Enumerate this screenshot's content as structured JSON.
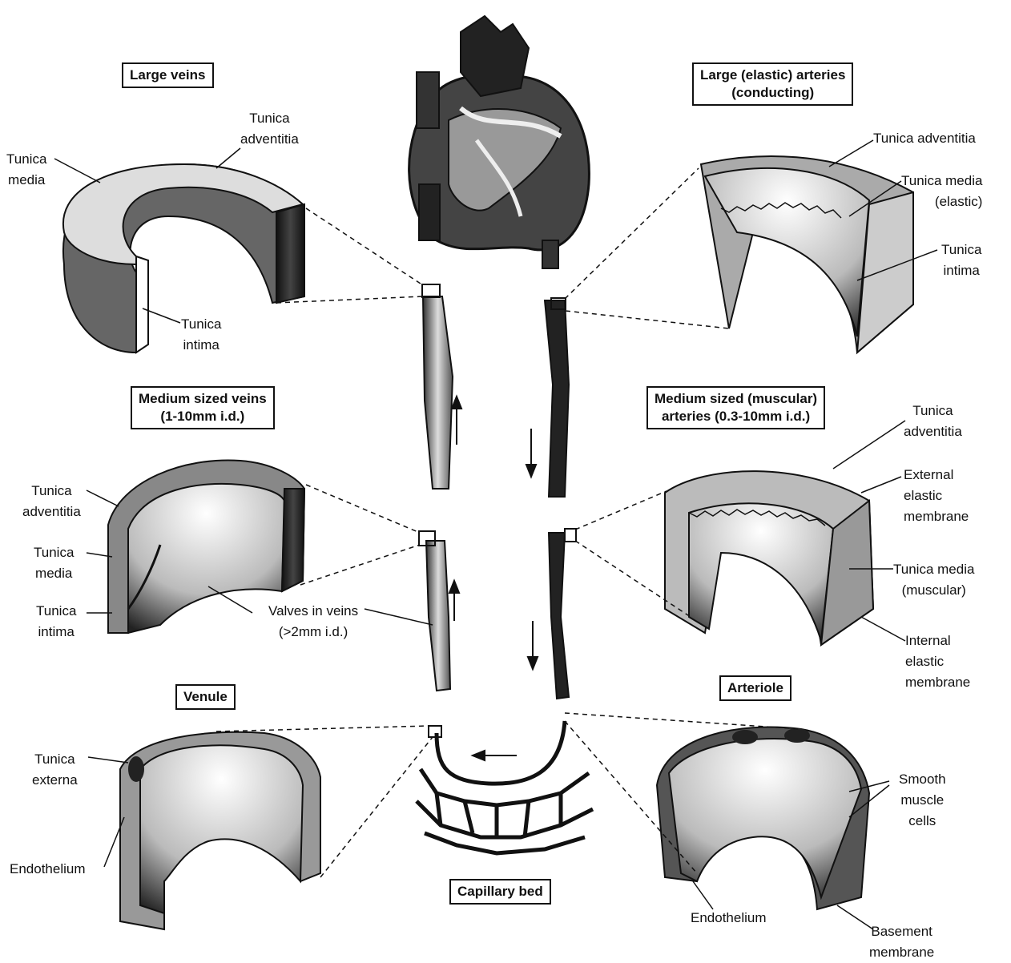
{
  "sections": {
    "large_veins": "Large veins",
    "large_arteries_l1": "Large (elastic) arteries",
    "large_arteries_l2": "(conducting)",
    "medium_veins_l1": "Medium sized veins",
    "medium_veins_l2": "(1-10mm i.d.)",
    "medium_arteries_l1": "Medium sized (muscular)",
    "medium_arteries_l2": "arteries (0.3-10mm i.d.)",
    "venule": "Venule",
    "arteriole": "Arteriole",
    "capillary_bed": "Capillary bed"
  },
  "labels": {
    "lv_media_1": "Tunica",
    "lv_media_2": "media",
    "lv_adventitia_1": "Tunica",
    "lv_adventitia_2": "adventitia",
    "lv_intima_1": "Tunica",
    "lv_intima_2": "intima",
    "la_adventitia": "Tunica adventitia",
    "la_media_1": "Tunica media",
    "la_media_2": "(elastic)",
    "la_intima_1": "Tunica",
    "la_intima_2": "intima",
    "mv_adventitia_1": "Tunica",
    "mv_adventitia_2": "adventitia",
    "mv_media_1": "Tunica",
    "mv_media_2": "media",
    "mv_intima_1": "Tunica",
    "mv_intima_2": "intima",
    "valves_1": "Valves in veins",
    "valves_2": "(>2mm i.d.)",
    "ma_adventitia_1": "Tunica",
    "ma_adventitia_2": "adventitia",
    "ma_external_1": "External",
    "ma_external_2": "elastic",
    "ma_external_3": "membrane",
    "ma_media_1": "Tunica media",
    "ma_media_2": "(muscular)",
    "ma_internal_1": "Internal",
    "ma_internal_2": "elastic",
    "ma_internal_3": "membrane",
    "vn_externa_1": "Tunica",
    "vn_externa_2": "externa",
    "vn_endothelium": "Endothelium",
    "ar_smooth_1": "Smooth",
    "ar_smooth_2": "muscle",
    "ar_smooth_3": "cells",
    "ar_endothelium": "Endothelium",
    "ar_basement_1": "Basement",
    "ar_basement_2": "membrane"
  }
}
